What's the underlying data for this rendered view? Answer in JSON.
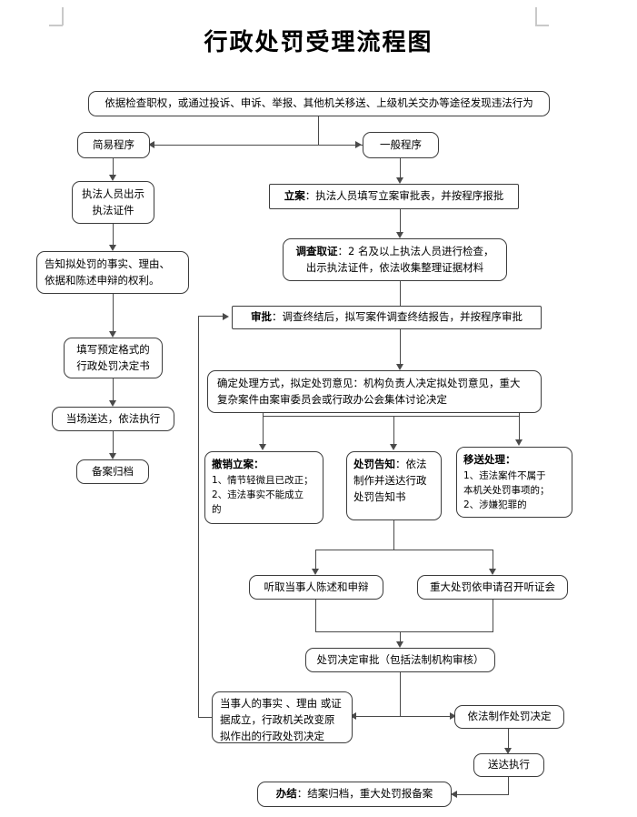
{
  "doc": {
    "title": "行政处罚受理流程图"
  },
  "nodes": {
    "source": "依据检查职权，或通过投诉、申诉、举报、其他机关移送、上级机关交办等途径发现违法行为",
    "simple_proc": "简易程序",
    "general_proc": "一般程序",
    "show_cert_l1": "执法人员出示",
    "show_cert_l2": "执法证件",
    "inform_l1": "告知拟处罚的事实、理由、",
    "inform_l2": "依据和陈述申辩的权利。",
    "fill_form_l1": "填写预定格式的",
    "fill_form_l2": "行政处罚决定书",
    "onsite_serve": "当场送达，依法执行",
    "archive": "备案归档",
    "case_open_label": "立案",
    "case_open_text": "：执法人员填写立案审批表，并按程序报批",
    "investigate_label": "调查取证",
    "investigate_l1": "：2 名及以上执法人员进行检查，",
    "investigate_l2": "出示执法证件，依法收集整理证据材料",
    "approval_label": "审批",
    "approval_text": "：调查终结后，拟写案件调查终结报告，并按程序审批",
    "decide_l1": "确定处理方式，拟定处罚意见：机构负责人决定拟处罚意见，重大",
    "decide_l2": "复杂案件由案审委员会或行政办公会集体讨论决定",
    "revoke_label": "撤销立案：",
    "revoke_l1": "1、情节轻微且已改正；",
    "revoke_l2": "2、违法事实不能成立",
    "revoke_l3": "的",
    "notice_label": "处罚告知",
    "notice_l1": "：依法",
    "notice_l2": "制作并送达行政",
    "notice_l3": "处罚告知书",
    "transfer_label": "移送处理：",
    "transfer_l1": "1、违法案件不属于",
    "transfer_l2": "本机关处罚事项的；",
    "transfer_l3": "2、涉嫌犯罪的",
    "hear_statement": "听取当事人陈述和申辩",
    "hearing_meeting": "重大处罚依申请召开听证会",
    "penalty_approval": "处罚决定审批（包括法制机构审核）",
    "party_evidence_l1": "当事人的事实 、理由 或证",
    "party_evidence_l2": "据成立，行政机关改变原",
    "party_evidence_l3": "拟作出的行政处罚决定",
    "make_decision": "依法制作处罚决定",
    "serve_execute": "送达执行",
    "close_label": "办结",
    "close_text": "：结案归档，重大处罚报备案"
  },
  "colors": {
    "line": "#4a4a4a",
    "border": "#3c3c3c",
    "background": "#ffffff",
    "crop_mark": "#c9c9c9"
  }
}
